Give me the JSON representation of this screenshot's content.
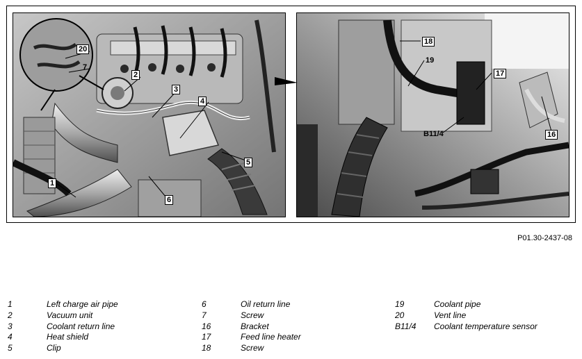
{
  "figure_ref": "P01.30-2437-08",
  "callouts_left": [
    "20",
    "7",
    "1",
    "2",
    "3",
    "4",
    "5",
    "6"
  ],
  "callouts_right": [
    "18",
    "19",
    "17",
    "B11/4",
    "16"
  ],
  "legend": [
    [
      {
        "key": "1",
        "label": "Left charge air pipe"
      },
      {
        "key": "2",
        "label": "Vacuum unit"
      },
      {
        "key": "3",
        "label": "Coolant return line"
      },
      {
        "key": "4",
        "label": "Heat shield"
      },
      {
        "key": "5",
        "label": "Clip"
      }
    ],
    [
      {
        "key": "6",
        "label": "Oil return line"
      },
      {
        "key": "7",
        "label": "Screw"
      },
      {
        "key": "16",
        "label": "Bracket"
      },
      {
        "key": "17",
        "label": "Feed line heater"
      },
      {
        "key": "18",
        "label": "Screw"
      }
    ],
    [
      {
        "key": "19",
        "label": "Coolant pipe"
      },
      {
        "key": "20",
        "label": "Vent line"
      },
      {
        "key": "B11/4",
        "label": "Coolant temperature sensor"
      }
    ]
  ]
}
